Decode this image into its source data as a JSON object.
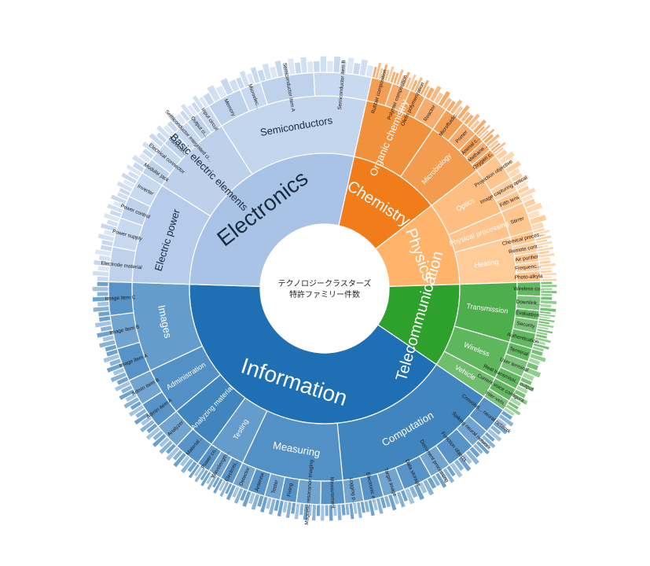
{
  "chart_data": {
    "type": "sunburst",
    "center_label": [
      "テクノロジークラスターズ",
      "特許ファミリー件数"
    ],
    "colors": {
      "Chemistry": "#f07d1a",
      "Physics": "#ffb36b",
      "Telecommunication": "#2ea02c",
      "Information": "#1f6fb4",
      "Electronics": "#a9c3e6"
    },
    "root": [
      {
        "name": "Chemistry",
        "value": 11,
        "children": [
          {
            "name": "Organic chemistry",
            "value": 6,
            "children": [
              {
                "name": "Rubber composition",
                "value": 1.6,
                "n": 7
              },
              {
                "name": "Polymer composition",
                "value": 1.4,
                "n": 6
              },
              {
                "name": "Olefin polymerization",
                "value": 1.2,
                "n": 5
              },
              {
                "name": "Reactor",
                "value": 1.8,
                "n": 5
              }
            ]
          },
          {
            "name": "Microbiology",
            "value": 5,
            "children": [
              {
                "name": "Microfluidic",
                "value": 1.6,
                "n": 5
              },
              {
                "name": "Primer",
                "value": 1.2,
                "n": 4
              },
              {
                "name": "Animal c...",
                "value": 0.8,
                "n": 4
              },
              {
                "name": "Methane...",
                "value": 0.8,
                "n": 3
              },
              {
                "name": "Oxygen c...",
                "value": 0.6,
                "n": 3
              }
            ]
          }
        ]
      },
      {
        "name": "Physics",
        "value": 10,
        "children": [
          {
            "name": "Optics",
            "value": 4,
            "children": [
              {
                "name": "Projection objective",
                "value": 2.0,
                "n": 5
              },
              {
                "name": "Image capturing optical",
                "value": 1.0,
                "n": 3
              },
              {
                "name": "Fifth lens",
                "value": 1.0,
                "n": 3
              }
            ]
          },
          {
            "name": "Physical processing",
            "value": 2.2,
            "children": [
              {
                "name": "Stirrer",
                "value": 2.2,
                "n": 5
              }
            ]
          },
          {
            "name": "Heating",
            "value": 3.8,
            "children": [
              {
                "name": "Chemical proces...",
                "value": 0.8,
                "n": 4
              },
              {
                "name": "Remote cont...",
                "value": 0.8,
                "n": 4
              },
              {
                "name": "Air purifier",
                "value": 0.7,
                "n": 3
              },
              {
                "name": "Frequenc...",
                "value": 0.7,
                "n": 3
              },
              {
                "name": "Photo-alkyla",
                "value": 0.8,
                "n": 4
              }
            ]
          }
        ]
      },
      {
        "name": "Telecommunication",
        "value": 10,
        "children": [
          {
            "name": "Transmission",
            "value": 5,
            "children": [
              {
                "name": "Wireless co...",
                "value": 1.2,
                "n": 5
              },
              {
                "name": "Downlink...",
                "value": 1.2,
                "n": 4
              },
              {
                "name": "Evaluation",
                "value": 0.8,
                "n": 4
              },
              {
                "name": "Security",
                "value": 1.1,
                "n": 5
              },
              {
                "name": "Authentication",
                "value": 1.3,
                "n": 5
              }
            ]
          },
          {
            "name": "Wireless",
            "value": 3.2,
            "children": [
              {
                "name": "Terminal",
                "value": 1.0,
                "n": 3
              },
              {
                "name": "User terminal",
                "value": 1.2,
                "n": 3
              },
              {
                "name": "Real transmissi... output",
                "value": 1.0,
                "n": 3
              }
            ]
          },
          {
            "name": "Vehicle",
            "value": 1.8,
            "children": [
              {
                "name": "Current voice configura...",
                "value": 1.0,
                "n": 3
              },
              {
                "name": "Inter-vehi...",
                "value": 0.8,
                "n": 3
              }
            ]
          }
        ]
      },
      {
        "name": "Information",
        "value": 41,
        "children": [
          {
            "name": "Computation",
            "value": 14,
            "children": [
              {
                "name": "Convoluti... neural network",
                "value": 2.0,
                "n": 6
              },
              {
                "name": "Spiking neural network",
                "value": 1.5,
                "n": 5
              },
              {
                "name": "Function objects",
                "value": 2.2,
                "n": 6
              },
              {
                "name": "Document processing",
                "value": 1.6,
                "n": 5
              },
              {
                "name": "Data storage",
                "value": 2.2,
                "n": 6
              },
              {
                "name": "Target image",
                "value": 1.6,
                "n": 5
              },
              {
                "name": "Electronic e...",
                "value": 1.5,
                "n": 5
              },
              {
                "name": "Logging p...",
                "value": 1.4,
                "n": 5
              }
            ]
          },
          {
            "name": "Measuring",
            "value": 8.5,
            "children": [
              {
                "name": "Measurement",
                "value": 1.8,
                "n": 6
              },
              {
                "name": "Magnetic resonance imaging",
                "value": 1.8,
                "n": 6
              },
              {
                "name": "Fixing",
                "value": 1.2,
                "n": 4
              },
              {
                "name": "Tester",
                "value": 1.2,
                "n": 4
              },
              {
                "name": "Antenna",
                "value": 1.3,
                "n": 4
              },
              {
                "name": "Detector",
                "value": 1.2,
                "n": 4
              }
            ]
          },
          {
            "name": "Testing",
            "value": 3,
            "children": [
              {
                "name": "Electroni...",
                "value": 1.0,
                "n": 4
              },
              {
                "name": "Wavelength...",
                "value": 1.0,
                "n": 4
              },
              {
                "name": "Power co...",
                "value": 1.0,
                "n": 4
              }
            ]
          },
          {
            "name": "Analyzing material",
            "value": 4,
            "children": [
              {
                "name": "Material...",
                "value": 2.0,
                "n": 6
              },
              {
                "name": "Analyzer",
                "value": 2.0,
                "n": 6
              }
            ]
          },
          {
            "name": "Administration",
            "value": 4,
            "children": [
              {
                "name": "Admin item A",
                "value": 2.0,
                "n": 6
              },
              {
                "name": "Admin item B",
                "value": 2.0,
                "n": 6
              }
            ]
          },
          {
            "name": "Images",
            "value": 7.5,
            "children": [
              {
                "name": "Image item A",
                "value": 2.5,
                "n": 7
              },
              {
                "name": "Image item B",
                "value": 2.5,
                "n": 7
              },
              {
                "name": "Image item C",
                "value": 2.5,
                "n": 7
              }
            ]
          }
        ]
      },
      {
        "name": "Electronics",
        "value": 28,
        "children": [
          {
            "name": "Electric power",
            "value": 8.5,
            "children": [
              {
                "name": "Electrode material",
                "value": 2.6,
                "n": 7
              },
              {
                "name": "Power supply",
                "value": 2.2,
                "n": 6
              },
              {
                "name": "Power control",
                "value": 1.7,
                "n": 5
              },
              {
                "name": "Inverter",
                "value": 2.0,
                "n": 6
              }
            ]
          },
          {
            "name": "Basic electric elements",
            "value": 7,
            "children": [
              {
                "name": "Modular jack",
                "value": 1.2,
                "n": 3
              },
              {
                "name": "Electrical connector",
                "value": 1.5,
                "n": 4
              },
              {
                "name": "Transcon...",
                "value": 1.1,
                "n": 3
              },
              {
                "name": "Semiconductor integrated ci...",
                "value": 1.2,
                "n": 3
              },
              {
                "name": "Output ci...",
                "value": 1.0,
                "n": 3
              },
              {
                "name": "Input circuit",
                "value": 1.0,
                "n": 3
              }
            ]
          },
          {
            "name": "Semiconductors",
            "value": 12.5,
            "children": [
              {
                "name": "Memory",
                "value": 2.6,
                "n": 5
              },
              {
                "name": "Microelec...",
                "value": 1.6,
                "n": 4
              },
              {
                "name": "Semiconductor item A",
                "value": 4.0,
                "n": 9
              },
              {
                "name": "Semiconductor item B",
                "value": 4.3,
                "n": 9
              }
            ]
          }
        ]
      }
    ]
  }
}
